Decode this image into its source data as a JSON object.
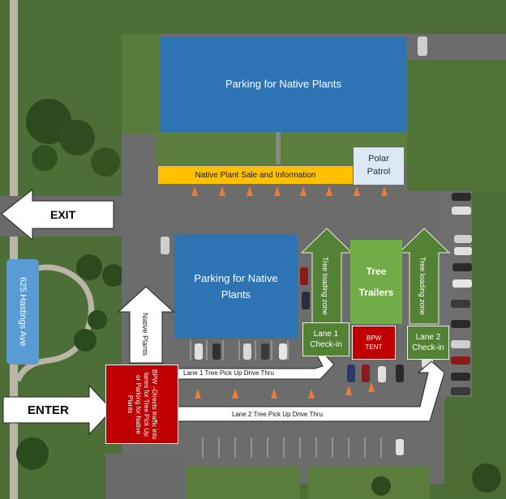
{
  "colors": {
    "parking": "#2e74b5",
    "sale": "#ffc000",
    "polar": "#dce9f5",
    "tree_trailers": "#70ad47",
    "lane_arrows": "#548235",
    "bpw": "#c00000",
    "address": "#5b9bd5",
    "cones": "#ed7d31"
  },
  "labels": {
    "parking_top": "Parking for Native Plants",
    "parking_mid": "Parking for Native Plants",
    "sale": "Native Plant Sale and Information",
    "polar_line1": "Polar",
    "polar_line2": "Patrol",
    "exit": "EXIT",
    "enter": "ENTER",
    "address": "625 Hastings Ave",
    "tree_line1": "Tree",
    "tree_line2": "Trailers",
    "bpw_tent_line1": "BPW",
    "bpw_tent_line2": "TENT",
    "lane1_checkin_line1": "Lane 1",
    "lane1_checkin_line2": "Check-in",
    "lane2_checkin_line1": "Lane 2",
    "lane2_checkin_line2": "Check-in",
    "tree_loading_zone_1": "Tree loading zone",
    "tree_loading_zone_2": "Tree loading zone",
    "native_plants_arrow": "Native Plants",
    "bpw_directs": "BPW –Directs traffic into lanes for Tree Pick Up or Parking for Native Plants",
    "lane1_drive": "Lane 1 Tree Pick Up Drive Thru",
    "lane2_drive": "Lane 2 Tree Pick Up Drive Thru"
  },
  "icons": {
    "cone": "traffic-cone-icon",
    "car": "car-icon"
  }
}
